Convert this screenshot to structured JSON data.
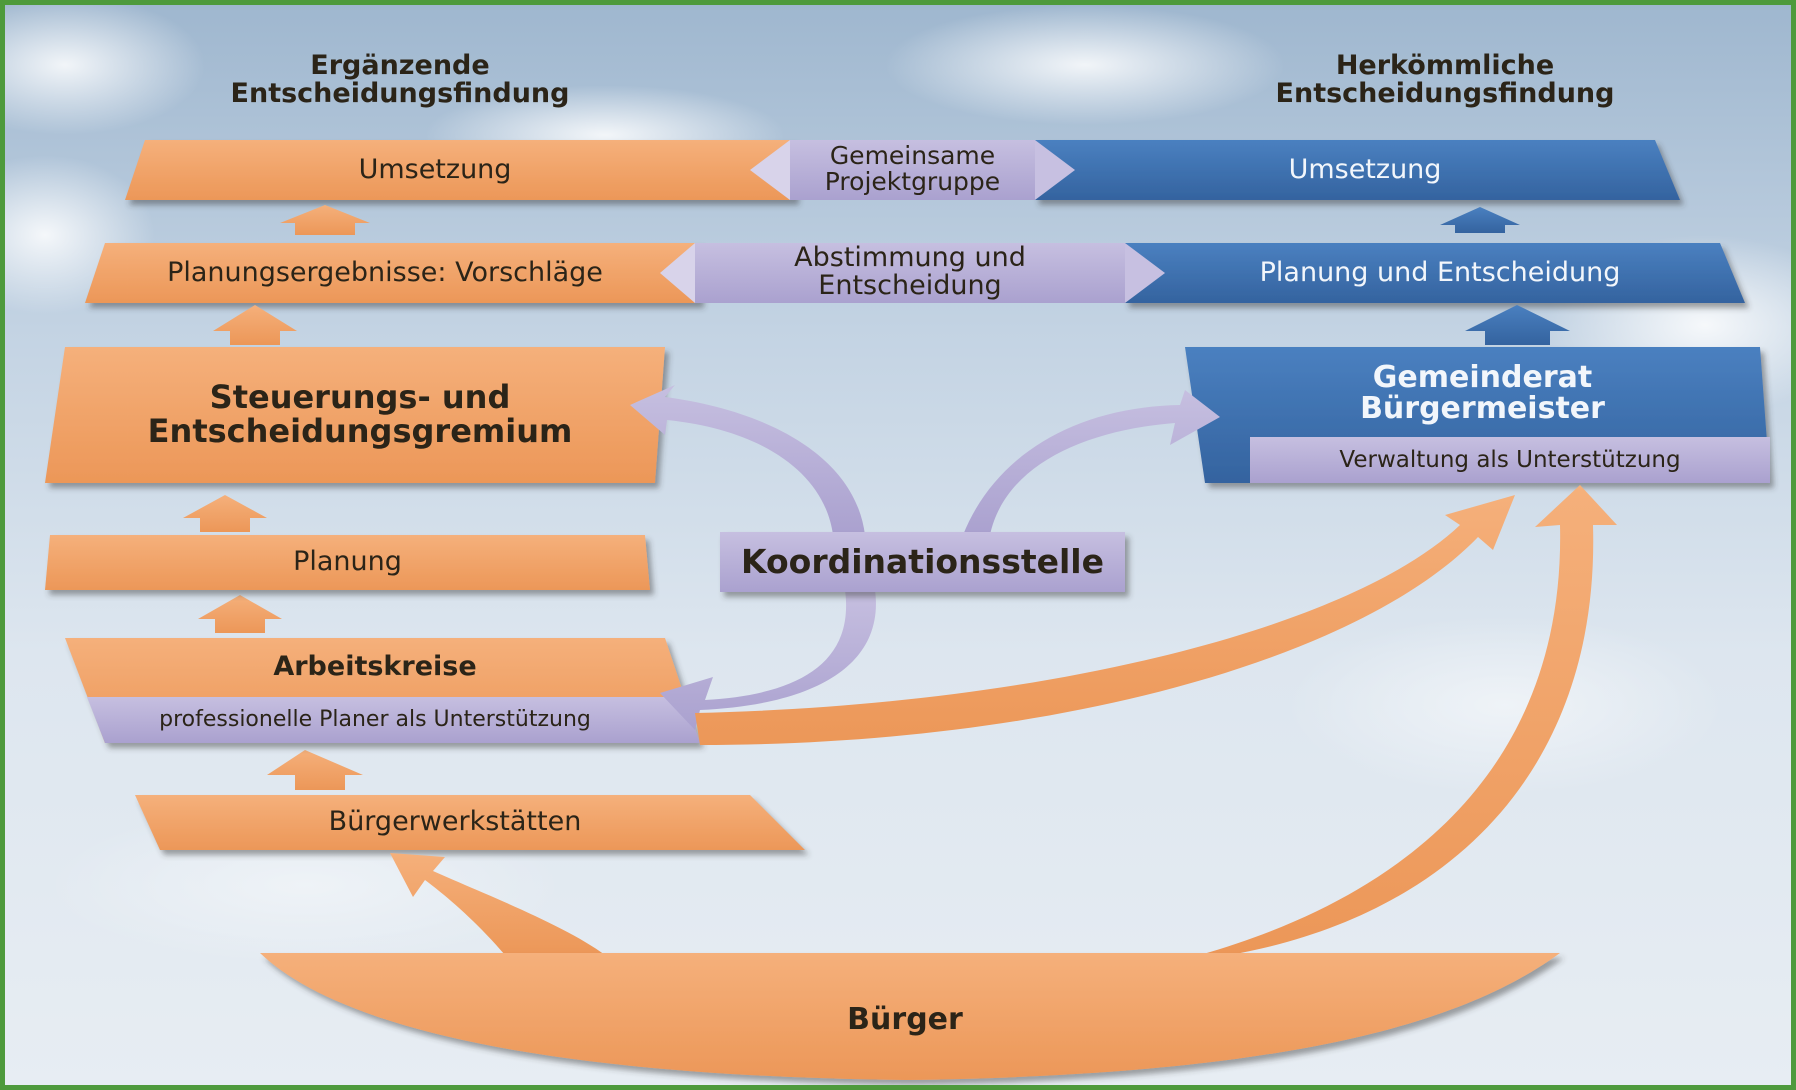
{
  "columns": {
    "left": "Ergänzende\nEntscheidungsfindung",
    "right": "Herkömmliche\nEntscheidungsfindung"
  },
  "top_row": {
    "left": "Umsetzung",
    "center": "Gemeinsame\nProjektgruppe",
    "right": "Umsetzung"
  },
  "second_row": {
    "left": "Planungsergebnisse: Vorschläge",
    "center": "Abstimmung und\nEntscheidung",
    "right": "Planung und Entscheidung"
  },
  "steuerung": "Steuerungs- und\nEntscheidungsgremium",
  "council": {
    "title": "Gemeinderat\nBürgermeister",
    "support": "Verwaltung als Unterstützung"
  },
  "planung": "Planung",
  "koordination": "Koordinationsstelle",
  "arbeitskreise": {
    "title": "Arbeitskreise",
    "support": "professionelle Planer als Unterstützung"
  },
  "werkstaetten": "Bürgerwerkstätten",
  "buerger": "Bürger",
  "colors": {
    "orange": "#f0a26a",
    "orange_dark": "#e08a4e",
    "blue": "#3f73b5",
    "lavender": "#b8b0d6",
    "lavender_dark": "#9c92c6"
  }
}
